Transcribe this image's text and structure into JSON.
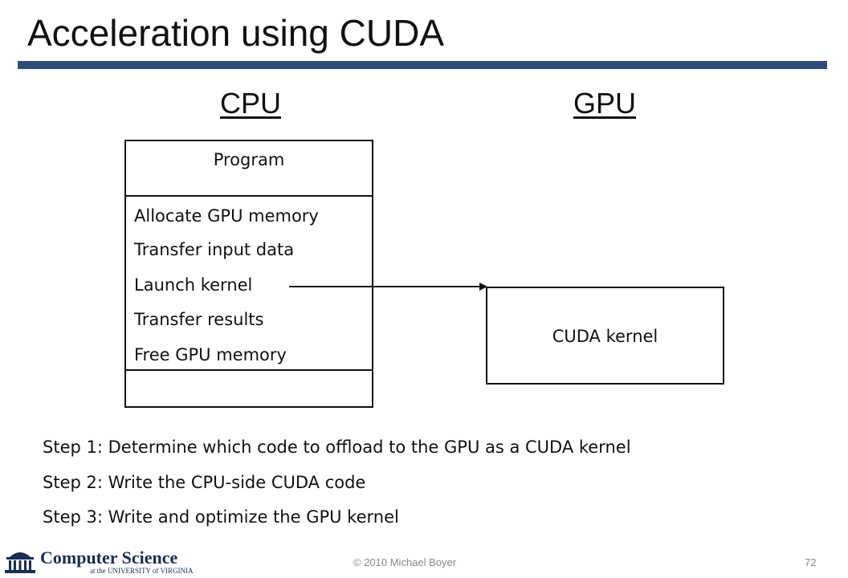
{
  "slide": {
    "title": "Acceleration using CUDA",
    "accent_color": "#2e4d7b"
  },
  "diagram": {
    "cpu_heading": "CPU",
    "gpu_heading": "GPU",
    "cpu_box": {
      "header": "Program",
      "items": [
        "Allocate GPU memory",
        "Transfer input data",
        "Launch kernel",
        "Transfer results",
        "Free GPU memory"
      ]
    },
    "gpu_box": {
      "label": "CUDA kernel"
    }
  },
  "steps": [
    "Step 1: Determine which code to offload to the GPU as a CUDA kernel",
    "Step 2: Write the CPU-side CUDA code",
    "Step 3: Write and optimize the GPU kernel"
  ],
  "footer": {
    "logo_main": "Computer Science",
    "logo_sub": "at the UNIVERSITY of VIRGINIA",
    "logo_icon": "rotunda-icon",
    "copyright": "© 2010 Michael Boyer",
    "page_number": "72"
  }
}
